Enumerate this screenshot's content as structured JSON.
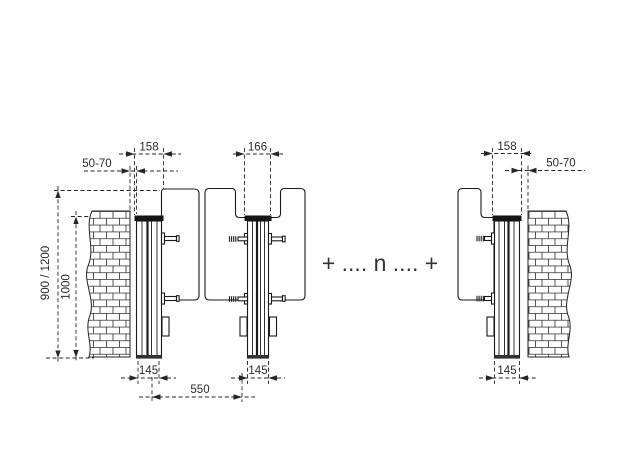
{
  "drawing": {
    "repeat_label": "+ .... n .... +",
    "passage_width": "550",
    "heights": {
      "overall_variants": "900 / 1200",
      "post_height": "1000"
    },
    "modules": {
      "left": {
        "top_width": "158",
        "wall_gap": "50-70",
        "bottom_width": "145"
      },
      "middle": {
        "top_width": "166",
        "bottom_width": "145"
      },
      "right": {
        "top_width": "158",
        "wall_gap": "50-70",
        "bottom_width": "145"
      }
    },
    "colors": {
      "line": "#1a1a1a",
      "dimension_line": "#262626",
      "post_cap": "#151515",
      "background": "#ffffff"
    }
  }
}
